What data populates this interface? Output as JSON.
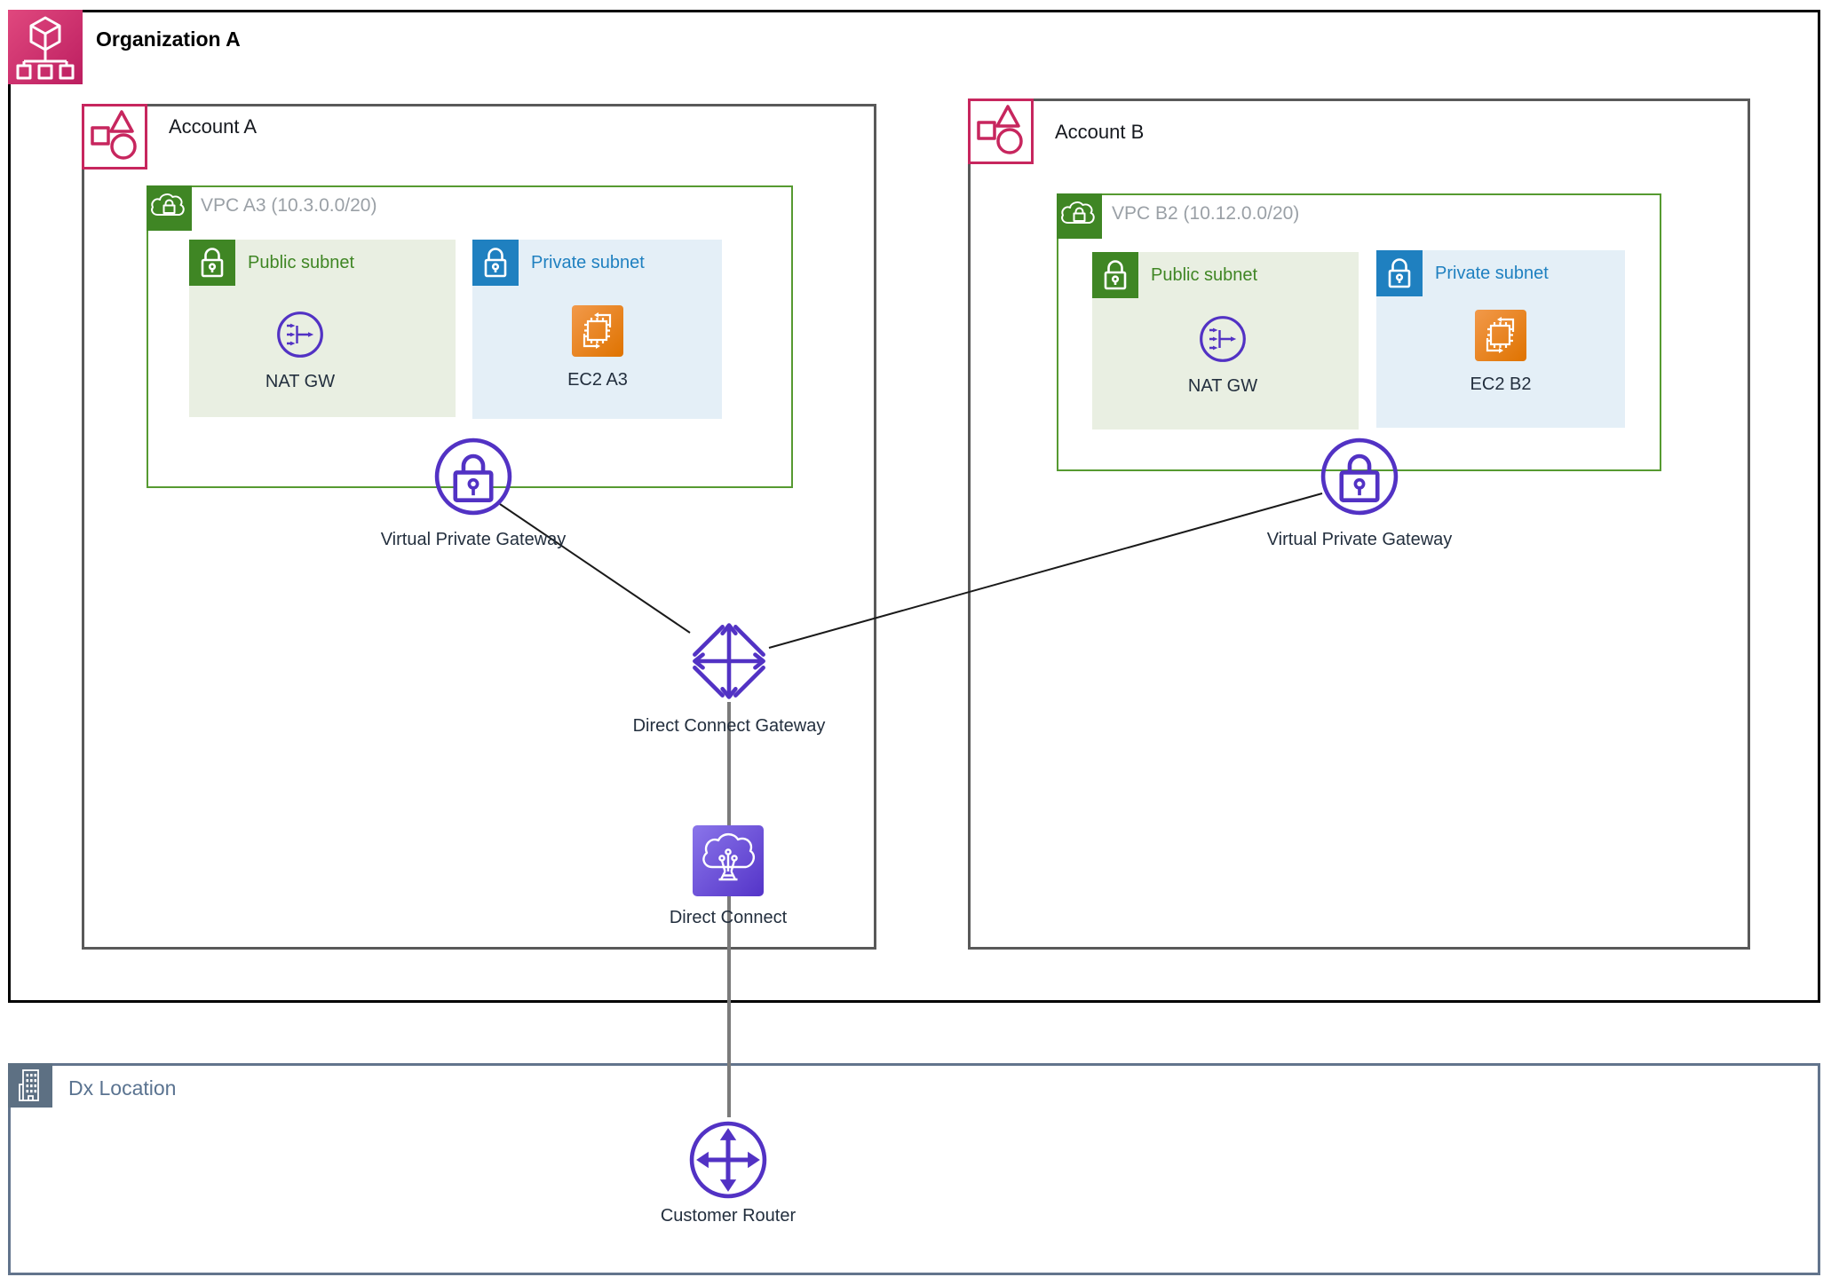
{
  "organization": {
    "label": "Organization A",
    "icon": "aws-organizations-icon"
  },
  "accounts": [
    {
      "label": "Account A",
      "icon": "aws-account-icon",
      "vpc": {
        "label": "VPC A3 (10.3.0.0/20)",
        "icon": "vpc-icon",
        "public_subnet": {
          "label": "Public subnet",
          "icon": "public-subnet-lock-icon",
          "resource": {
            "label": "NAT GW",
            "icon": "nat-gateway-icon"
          }
        },
        "private_subnet": {
          "label": "Private subnet",
          "icon": "private-subnet-lock-icon",
          "resource": {
            "label": "EC2 A3",
            "icon": "ec2-instance-icon"
          }
        }
      },
      "gateway": {
        "label": "Virtual Private Gateway",
        "icon": "virtual-private-gateway-icon"
      }
    },
    {
      "label": "Account B",
      "icon": "aws-account-icon",
      "vpc": {
        "label": "VPC B2 (10.12.0.0/20)",
        "icon": "vpc-icon",
        "public_subnet": {
          "label": "Public subnet",
          "icon": "public-subnet-lock-icon",
          "resource": {
            "label": "NAT GW",
            "icon": "nat-gateway-icon"
          }
        },
        "private_subnet": {
          "label": "Private subnet",
          "icon": "private-subnet-lock-icon",
          "resource": {
            "label": "EC2 B2",
            "icon": "ec2-instance-icon"
          }
        }
      },
      "gateway": {
        "label": "Virtual Private Gateway",
        "icon": "virtual-private-gateway-icon"
      }
    }
  ],
  "interconnect": {
    "dx_gateway": {
      "label": "Direct Connect Gateway",
      "icon": "direct-connect-gateway-icon"
    },
    "direct_connect": {
      "label": "Direct Connect",
      "icon": "direct-connect-icon"
    }
  },
  "dx_location": {
    "label": "Dx Location",
    "icon": "building-icon",
    "router": {
      "label": "Customer Router",
      "icon": "customer-router-icon"
    }
  },
  "colors": {
    "organization_pink": "#C7265E",
    "vpc_green": "#3F8624",
    "vpc_border_green": "#569A31",
    "public_subnet_bg": "#E9EFE2",
    "private_subnet_bg": "#E4EFF7",
    "private_blue": "#1F80C0",
    "network_purple": "#5232C4",
    "ec2_orange": "#ED7100",
    "dx_location_slate": "#62748C",
    "label_dark": "#232F3E",
    "vpc_label_gray": "#9AA0A6"
  }
}
